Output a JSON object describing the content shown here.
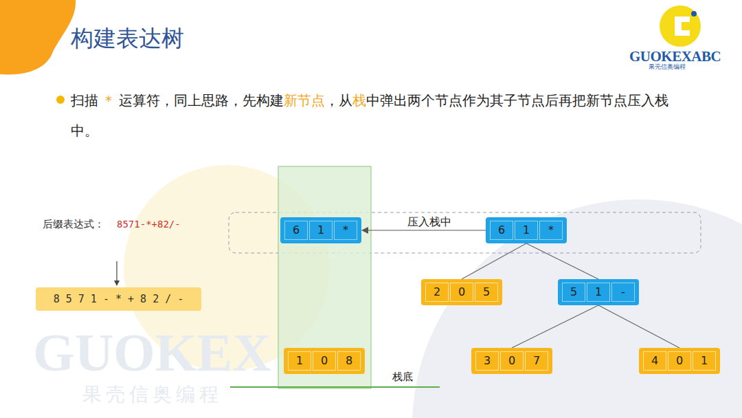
{
  "diagram": {
    "title": "构建表达树",
    "nodes": [
      {
        "text": [
          "6",
          "1",
          "*"
        ]
      },
      {
        "text": [
          "6",
          "1",
          "*"
        ]
      },
      {
        "text": [
          "8 5 7 1 - * + 8 2 / -"
        ]
      },
      {
        "text": [
          "2",
          "0",
          "5"
        ]
      },
      {
        "text": [
          "5",
          "1",
          "-"
        ]
      },
      {
        "text": [
          "1",
          "0",
          "8"
        ]
      },
      {
        "text": [
          "3",
          "0",
          "7"
        ]
      },
      {
        "text": [
          "4",
          "0",
          "1"
        ]
      }
    ],
    "edges": [
      {
        "from": 1,
        "to": 0,
        "arrow": "to",
        "label": "压入栈中"
      },
      {
        "from": 1,
        "to": 3,
        "arrow": "none"
      },
      {
        "from": 1,
        "to": 4,
        "arrow": "none"
      },
      {
        "from": 4,
        "to": 6,
        "arrow": "none"
      },
      {
        "from": 4,
        "to": 7,
        "arrow": "none"
      }
    ],
    "labels": [
      "扫描",
      "*",
      "运算符，同上思路，先构建",
      "新节点",
      "，从",
      "栈",
      "中弹出两个节点作为其子节点后再把新节点压入栈中。",
      "后缀表达式：",
      "8571-*+82/-",
      "栈底",
      "GUOKEXABC",
      "果壳信奥编程",
      "GUOKEX",
      "果壳信奥编程"
    ]
  }
}
